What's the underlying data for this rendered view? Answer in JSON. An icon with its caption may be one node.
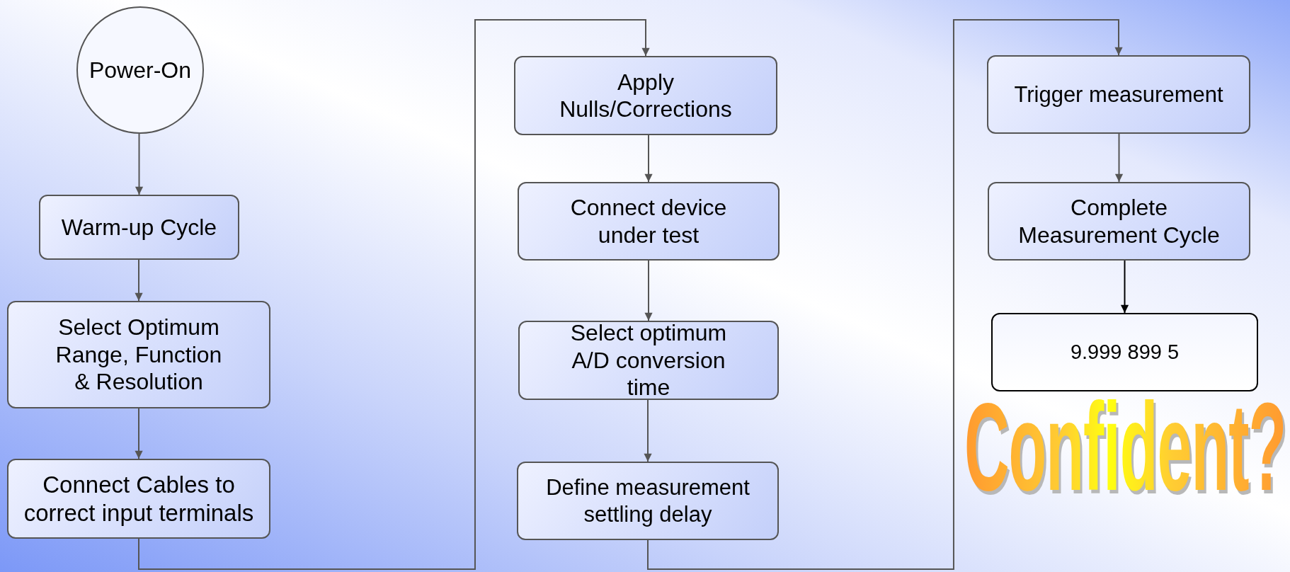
{
  "diagram": {
    "nodes": [
      {
        "text": [
          "Power-On"
        ]
      },
      {
        "text": [
          "Warm-up Cycle"
        ]
      },
      {
        "text": [
          "Select Optimum Range, Function & Resolution"
        ]
      },
      {
        "text": [
          "Connect Cables to correct input terminals"
        ]
      },
      {
        "text": [
          "Apply Nulls/Corrections"
        ]
      },
      {
        "text": [
          "Connect device under test"
        ]
      },
      {
        "text": [
          "Select optimum A/D conversion time"
        ]
      },
      {
        "text": [
          "Define measurement settling delay"
        ]
      },
      {
        "text": [
          "Trigger measurement"
        ]
      },
      {
        "text": [
          "Complete Measurement Cycle"
        ]
      },
      {
        "text": [
          "9.999 899 5"
        ]
      }
    ],
    "edges": [
      {
        "from": 0,
        "to": 1,
        "arrow": "to"
      },
      {
        "from": 1,
        "to": 2,
        "arrow": "to"
      },
      {
        "from": 2,
        "to": 3,
        "arrow": "to"
      },
      {
        "from": 3,
        "to": 4,
        "arrow": "to"
      },
      {
        "from": 4,
        "to": 5,
        "arrow": "to"
      },
      {
        "from": 5,
        "to": 6,
        "arrow": "to"
      },
      {
        "from": 6,
        "to": 7,
        "arrow": "to"
      },
      {
        "from": 7,
        "to": 8,
        "arrow": "to"
      },
      {
        "from": 8,
        "to": 9,
        "arrow": "to"
      },
      {
        "from": 9,
        "to": 10,
        "arrow": "to",
        "color": "#000000"
      }
    ],
    "labels": [
      "Confident?"
    ]
  }
}
